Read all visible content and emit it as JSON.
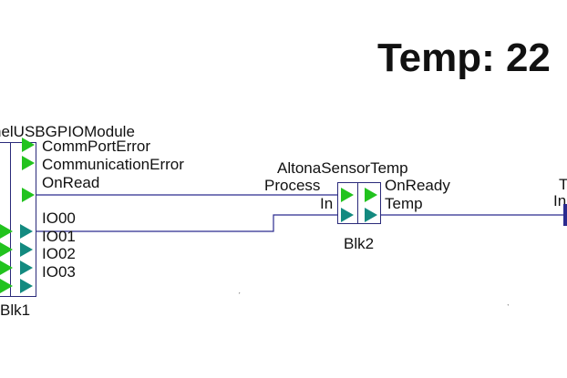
{
  "display": {
    "title": "Temp: 22"
  },
  "blk1": {
    "module_name": "nelUSBGPIOModule",
    "outputs": [
      "CommPortError",
      "CommunicationError",
      "OnRead"
    ],
    "io_pins": [
      "IO00",
      "IO01",
      "IO02",
      "IO03"
    ],
    "block_label": "Blk1"
  },
  "blk2": {
    "module_name": "AltonaSensorTemp",
    "inputs": [
      "Process",
      "In"
    ],
    "outputs": [
      "OnReady",
      "Temp"
    ],
    "block_label": "Blk2"
  },
  "blk3": {
    "partial_labels": [
      "T",
      "In"
    ]
  },
  "colors": {
    "wire": "#2b2b8f",
    "pin_out": "#22c31e",
    "pin_in": "#138a80",
    "text": "#111111"
  }
}
